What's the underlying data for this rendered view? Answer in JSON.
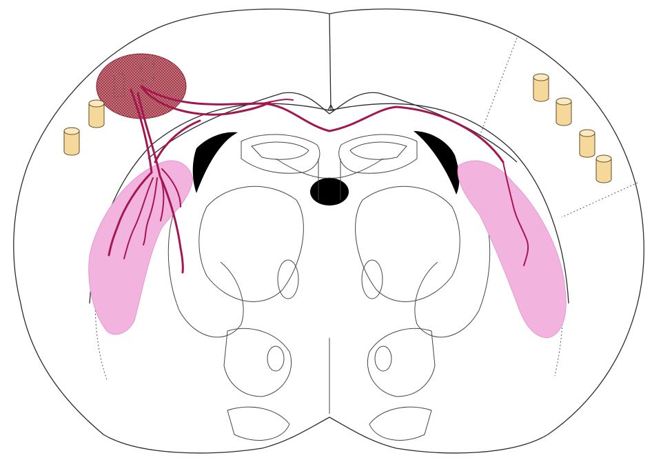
{
  "figure": {
    "type": "coronal brain section schematic",
    "colors": {
      "background": "#ffffff",
      "outline": "#2a2a2a",
      "projection_field": "#f2b3df",
      "projection_field_edge": "#e08ccc",
      "fibre": "#a3164f",
      "injection_site": "#a0283c",
      "ventricle": "#000000",
      "label_marker": "#f5d89a",
      "label_marker_edge": "#5a4a2a"
    },
    "markers": {
      "left_count": 2,
      "right_count": 4,
      "icon": "cylinder-marker-icon"
    },
    "injection_site_icon": "stipple-ellipse-icon"
  }
}
